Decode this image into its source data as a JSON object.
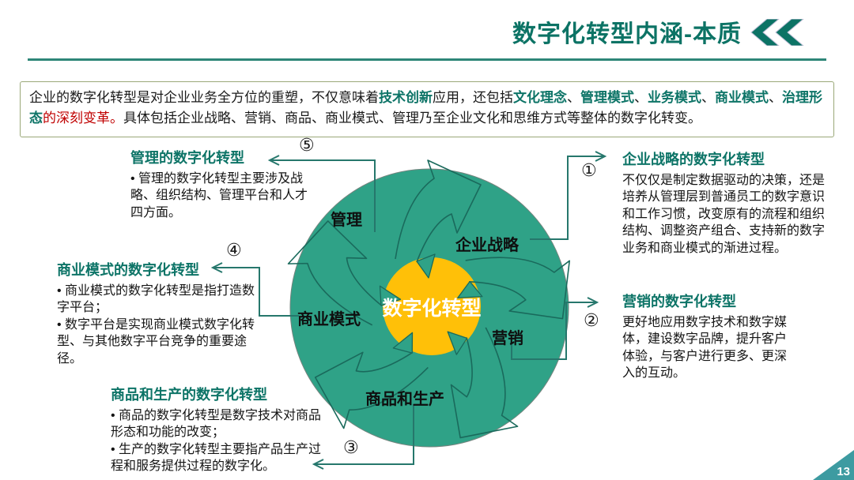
{
  "header": {
    "title": "数字化转型内涵-本质"
  },
  "intro": {
    "segments": [
      {
        "text": "企业的数字化转型是对企业业务全方位的重塑，不仅意味着",
        "style": "normal"
      },
      {
        "text": "技术创新",
        "style": "em"
      },
      {
        "text": "应用，还包括",
        "style": "normal"
      },
      {
        "text": "文化理念",
        "style": "em"
      },
      {
        "text": "、",
        "style": "normal"
      },
      {
        "text": "管理模式",
        "style": "em"
      },
      {
        "text": "、",
        "style": "normal"
      },
      {
        "text": "业务模式",
        "style": "em"
      },
      {
        "text": "、",
        "style": "normal"
      },
      {
        "text": "商业模式",
        "style": "em"
      },
      {
        "text": "、",
        "style": "normal"
      },
      {
        "text": "治理形态",
        "style": "em"
      },
      {
        "text": "的深刻变革。",
        "style": "red"
      },
      {
        "text": "具体包括企业战略、营销、商品、商业模式、管理乃至企业文化和思维方式等整体的数字化转变。",
        "style": "normal"
      }
    ]
  },
  "diagram": {
    "center_label": "数字化转型",
    "labels": {
      "management": "管理",
      "strategy": "企业战略",
      "marketing": "营销",
      "product": "商品和生产",
      "business_model": "商业模式"
    }
  },
  "annotations": {
    "strategy": {
      "number": "①",
      "title": "企业战略的数字化转型",
      "lines": [
        "不仅仅是制定数据驱动的决策，还是培养从管理层到普通员工的数字意识和工作习惯，改变原有的流程和组织结构、调整资产组合、支持新的数字业务和商业模式的渐进过程。"
      ]
    },
    "marketing": {
      "number": "②",
      "title": "营销的数字化转型",
      "lines": [
        "更好地应用数字技术和数字媒体，建设数字品牌，提升客户体验，与客户进行更多、更深入的互动。"
      ]
    },
    "product": {
      "number": "③",
      "title": "商品和生产的数字化转型",
      "lines": [
        "• 商品的数字化转型是数字技术对商品形态和功能的改变；",
        "• 生产的数字化转型主要指产品生产过程和服务提供过程的数字化。"
      ]
    },
    "business_model": {
      "number": "④",
      "title": "商业模式的数字化转型",
      "lines": [
        "• 商业模式的数字化转型是指打造数字平台；",
        "• 数字平台是实现商业模式数字化转型、与其他数字平台竞争的重要途径。"
      ]
    },
    "management": {
      "number": "⑤",
      "title": "管理的数字化转型",
      "lines": [
        "• 管理的数字化转型主要涉及战略、组织结构、管理平台和人才四方面。"
      ]
    }
  },
  "page": {
    "number": "13"
  },
  "colors": {
    "accent_teal": "#0D7467",
    "ring_green": "#2FA287",
    "arrow_outline": "#1A6A5C",
    "center_yellow": "#FFC008",
    "highlight_red": "#C00000",
    "connector": "#26776C",
    "intro_border": "#9AA878",
    "page_tab": "#3D9BA1"
  }
}
